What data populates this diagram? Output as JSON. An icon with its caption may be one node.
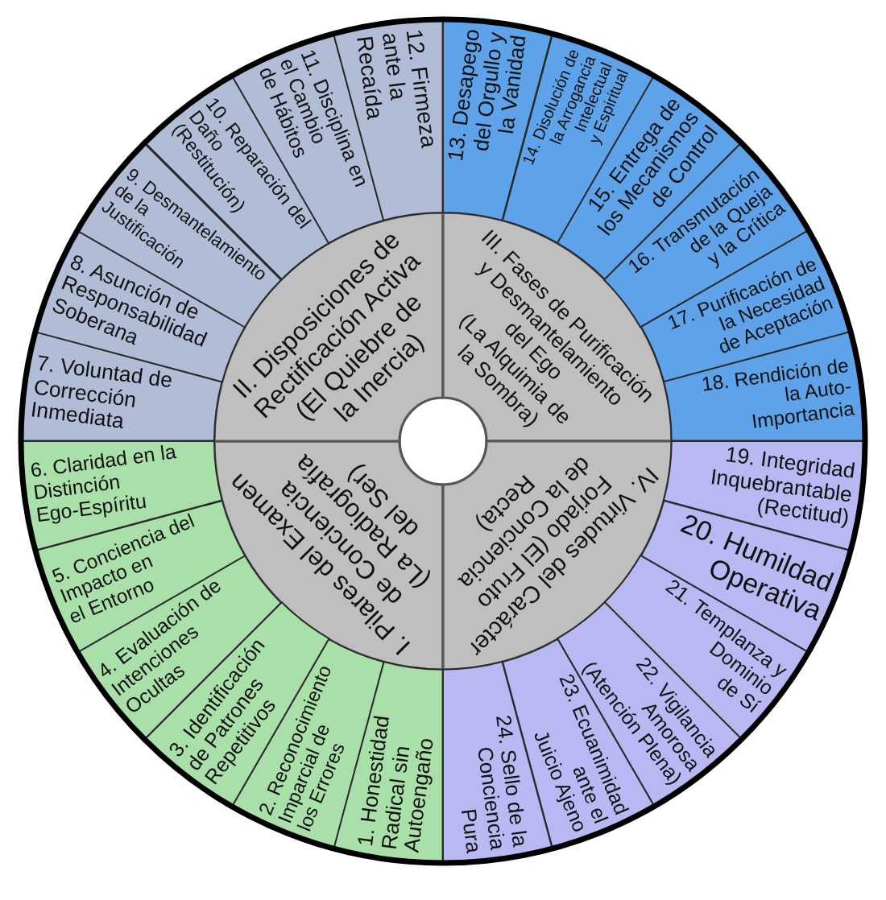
{
  "diagram": {
    "nodes": [
      {
        "text": [
          "I. Pilares del Examen de Conciencia (La Radiografía del Ser)"
        ]
      },
      {
        "text": [
          "II. Disposiciones de Rectificación Activa (El Quiebre de la Inercia)"
        ]
      },
      {
        "text": [
          "III. Fases de Purificación y Desmantelamiento del Ego (La Alquimia de la Sombra)"
        ]
      },
      {
        "text": [
          "IV. Virtudes del Carácter Forjado (El Fruto de la Conciencia Recta)"
        ]
      },
      {
        "text": [
          "1. Honestidad Radical sin Autoengaño"
        ]
      },
      {
        "text": [
          "2. Reconocimiento Imparcial de los Errores"
        ]
      },
      {
        "text": [
          "3. Identificación de Patrones Repetitivos"
        ]
      },
      {
        "text": [
          "4. Evaluación de Intenciones Ocultas"
        ]
      },
      {
        "text": [
          "5. Conciencia del Impacto en el Entorno"
        ]
      },
      {
        "text": [
          "6. Claridad en la Distinción Ego-Espíritu"
        ]
      },
      {
        "text": [
          "7. Voluntad de Corrección Inmediata"
        ]
      },
      {
        "text": [
          "8. Asunción de Responsabilidad Soberana"
        ]
      },
      {
        "text": [
          "9. Desmantelamiento de la Justificación"
        ]
      },
      {
        "text": [
          "10. Reparación del Daño (Restitución)"
        ]
      },
      {
        "text": [
          "11. Disciplina en el Cambio de Hábitos"
        ]
      },
      {
        "text": [
          "12. Firmeza ante la Recaída"
        ]
      },
      {
        "text": [
          "13. Desapego del Orgullo y la Vanidad"
        ]
      },
      {
        "text": [
          "14. Disolución de la Arrogancia Intelectual y Espiritual"
        ]
      },
      {
        "text": [
          "15. Entrega de los Mecanismos de Control"
        ]
      },
      {
        "text": [
          "16. Transmutación de la Queja y la Crítica"
        ]
      },
      {
        "text": [
          "17. Purificación de la Necesidad de Aceptación"
        ]
      },
      {
        "text": [
          "18. Rendición de la Auto-Importancia"
        ]
      },
      {
        "text": [
          "19. Integridad Inquebrantable (Rectitud)"
        ]
      },
      {
        "text": [
          "20. Humildad Operativa"
        ]
      },
      {
        "text": [
          "21. Templanza y Dominio de Sí"
        ]
      },
      {
        "text": [
          "22. Vigilancia Amorosa (Atención Plena)"
        ]
      },
      {
        "text": [
          "23. Ecuanimidad ante el Juicio Ajeno"
        ]
      },
      {
        "text": [
          "24. Sello de la Conciencia Pura"
        ]
      }
    ]
  }
}
